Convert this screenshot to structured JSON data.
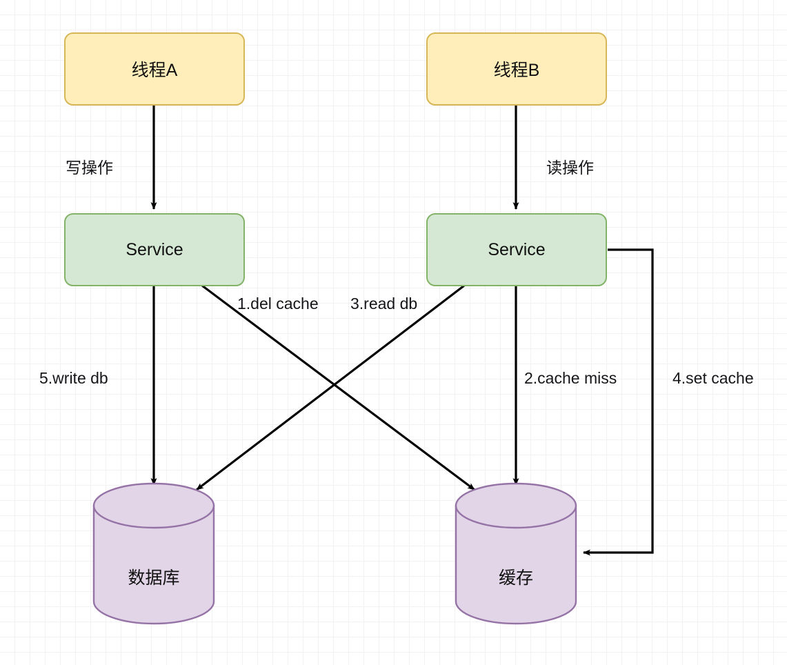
{
  "diagram": {
    "title": "Cache-aside concurrency diagram",
    "type": "flowchart",
    "colors": {
      "thread_fill": "#ffeeba",
      "thread_stroke": "#d6b656",
      "service_fill": "#d5e8d4",
      "service_stroke": "#82b366",
      "store_fill": "#e1d5e7",
      "store_stroke": "#9673a6",
      "edge_stroke": "#000000",
      "grid_minor": "#f2f2f2",
      "grid_major": "#dcdcdc",
      "background": "#ffffff"
    }
  },
  "nodes": {
    "thread_a": {
      "label": "线程A",
      "shape": "rounded-rect"
    },
    "thread_b": {
      "label": "线程B",
      "shape": "rounded-rect"
    },
    "service_left": {
      "label": "Service",
      "shape": "rounded-rect"
    },
    "service_right": {
      "label": "Service",
      "shape": "rounded-rect"
    },
    "database": {
      "label": "数据库",
      "shape": "cylinder"
    },
    "cache": {
      "label": "缓存",
      "shape": "cylinder"
    }
  },
  "edges": [
    {
      "id": "write-op",
      "label": "写操作",
      "from": "thread_a",
      "to": "service_left"
    },
    {
      "id": "read-op",
      "label": "读操作",
      "from": "thread_b",
      "to": "service_right"
    },
    {
      "id": "del-cache",
      "label": "1.del cache",
      "from": "service_left",
      "to": "cache"
    },
    {
      "id": "cache-miss",
      "label": "2.cache miss",
      "from": "service_right",
      "to": "cache"
    },
    {
      "id": "read-db",
      "label": "3.read db",
      "from": "service_right",
      "to": "database"
    },
    {
      "id": "set-cache",
      "label": "4.set cache",
      "from": "service_right",
      "to": "cache"
    },
    {
      "id": "write-db",
      "label": "5.write db",
      "from": "service_left",
      "to": "database"
    }
  ]
}
